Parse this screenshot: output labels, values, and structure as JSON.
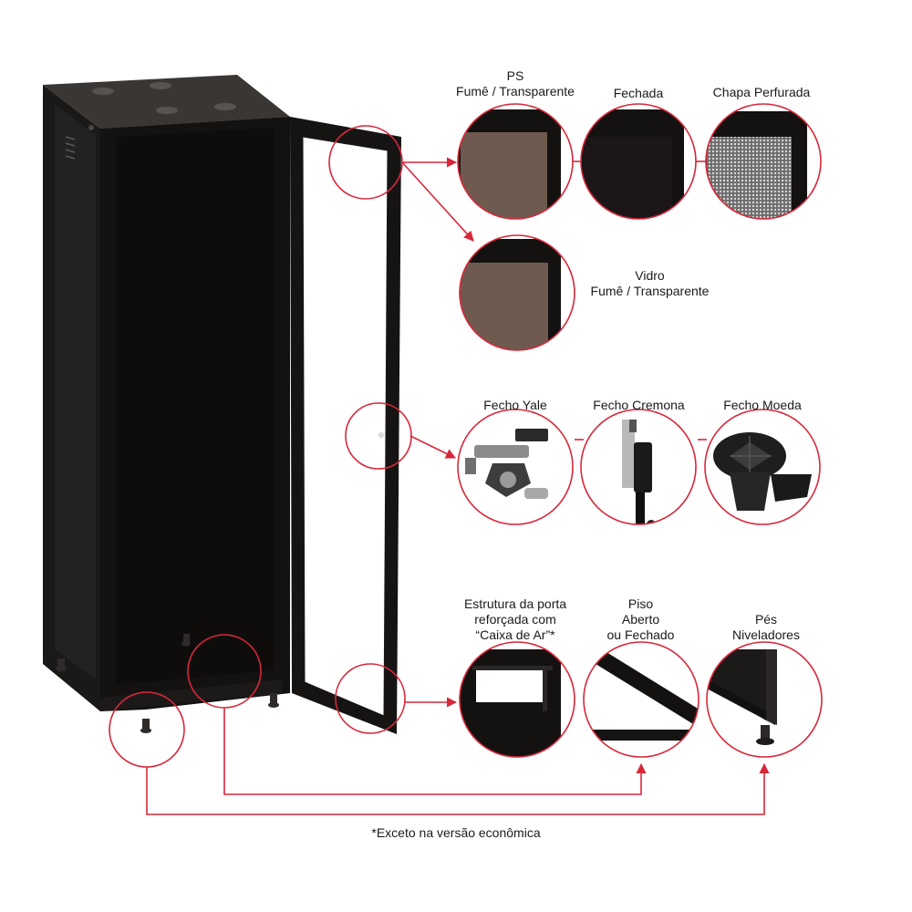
{
  "labels": {
    "ps_title": "PS",
    "ps_sub": "Fumê / Transparente",
    "fechada": "Fechada",
    "chapa": "Chapa Perfurada",
    "vidro_title": "Vidro",
    "vidro_sub": "Fumê / Transparente",
    "fecho_yale": "Fecho Yale",
    "fecho_cremona": "Fecho Cremona",
    "fecho_moeda": "Fecho Moeda",
    "estrutura_l1": "Estrutura da porta",
    "estrutura_l2": "reforçada com",
    "estrutura_l3": "“Caixa de Ar”*",
    "piso_l1": "Piso",
    "piso_l2": "Aberto",
    "piso_l3": "ou Fechado",
    "pes_l1": "Pés",
    "pes_l2": "Niveladores"
  },
  "footnote": "*Exceto na versão econômica",
  "colors": {
    "accent_red": "#d6283a",
    "cabinet_dark": "#1f1d1b",
    "panel_brown": "#6e5a4f",
    "panel_black": "#1c1618",
    "perforated": "#9a9a9a"
  }
}
